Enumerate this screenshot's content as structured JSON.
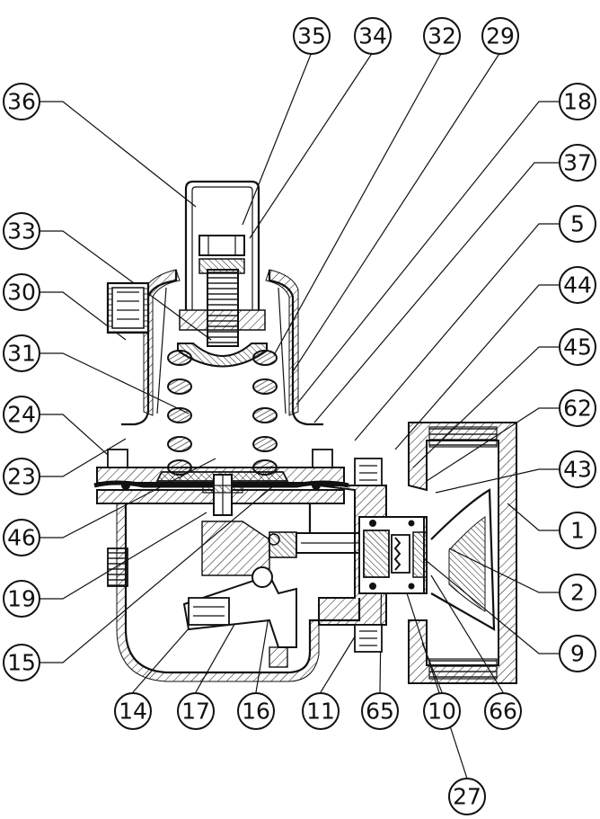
{
  "callouts": [
    {
      "id": "35",
      "label": "35"
    },
    {
      "id": "34",
      "label": "34"
    },
    {
      "id": "32",
      "label": "32"
    },
    {
      "id": "29",
      "label": "29"
    },
    {
      "id": "36",
      "label": "36"
    },
    {
      "id": "18",
      "label": "18"
    },
    {
      "id": "37",
      "label": "37"
    },
    {
      "id": "33",
      "label": "33"
    },
    {
      "id": "5",
      "label": "5"
    },
    {
      "id": "30",
      "label": "30"
    },
    {
      "id": "44",
      "label": "44"
    },
    {
      "id": "31",
      "label": "31"
    },
    {
      "id": "45",
      "label": "45"
    },
    {
      "id": "24",
      "label": "24"
    },
    {
      "id": "62",
      "label": "62"
    },
    {
      "id": "43",
      "label": "43"
    },
    {
      "id": "23",
      "label": "23"
    },
    {
      "id": "1",
      "label": "1"
    },
    {
      "id": "46",
      "label": "46"
    },
    {
      "id": "2",
      "label": "2"
    },
    {
      "id": "19",
      "label": "19"
    },
    {
      "id": "9",
      "label": "9"
    },
    {
      "id": "15",
      "label": "15"
    },
    {
      "id": "14",
      "label": "14"
    },
    {
      "id": "17",
      "label": "17"
    },
    {
      "id": "16",
      "label": "16"
    },
    {
      "id": "11",
      "label": "11"
    },
    {
      "id": "65",
      "label": "65"
    },
    {
      "id": "10",
      "label": "10"
    },
    {
      "id": "66",
      "label": "66"
    },
    {
      "id": "27",
      "label": "27"
    }
  ]
}
